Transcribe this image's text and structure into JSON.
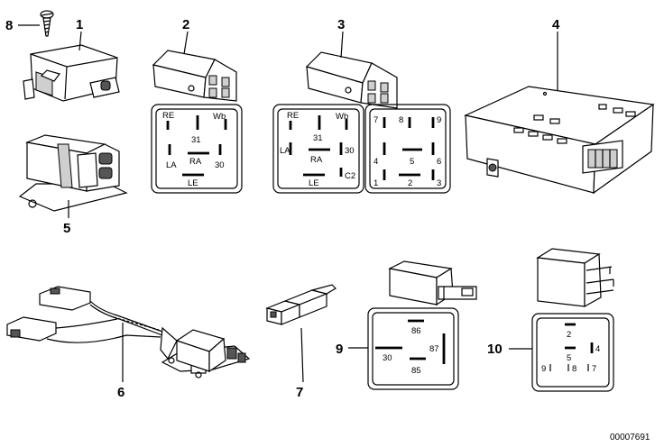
{
  "callouts": {
    "c1": "1",
    "c2": "2",
    "c3": "3",
    "c4": "4",
    "c5": "5",
    "c6": "6",
    "c7": "7",
    "c8": "8",
    "c9": "9",
    "c10": "10"
  },
  "diagram2": {
    "re": "RE",
    "wb": "Wb",
    "p31": "31",
    "la": "LA",
    "ra": "RA",
    "p30": "30",
    "le": "LE"
  },
  "diagram3a": {
    "re": "RE",
    "wb": "Wb",
    "p31": "31",
    "la": "LA",
    "p30": "30",
    "ra": "RA",
    "le": "LE",
    "c2": "C2"
  },
  "diagram3b": {
    "p7": "7",
    "p8": "8",
    "p9": "9",
    "p4": "4",
    "p5": "5",
    "p6": "6",
    "p1": "1",
    "p2": "2",
    "p3": "3"
  },
  "diagram9": {
    "p86": "86",
    "p30": "30",
    "p87": "87",
    "p85": "85"
  },
  "diagram10": {
    "p2": "2",
    "p5": "5",
    "p4": "4",
    "p9": "9",
    "p8": "8",
    "p7": "7"
  },
  "reference_number": "00007691"
}
